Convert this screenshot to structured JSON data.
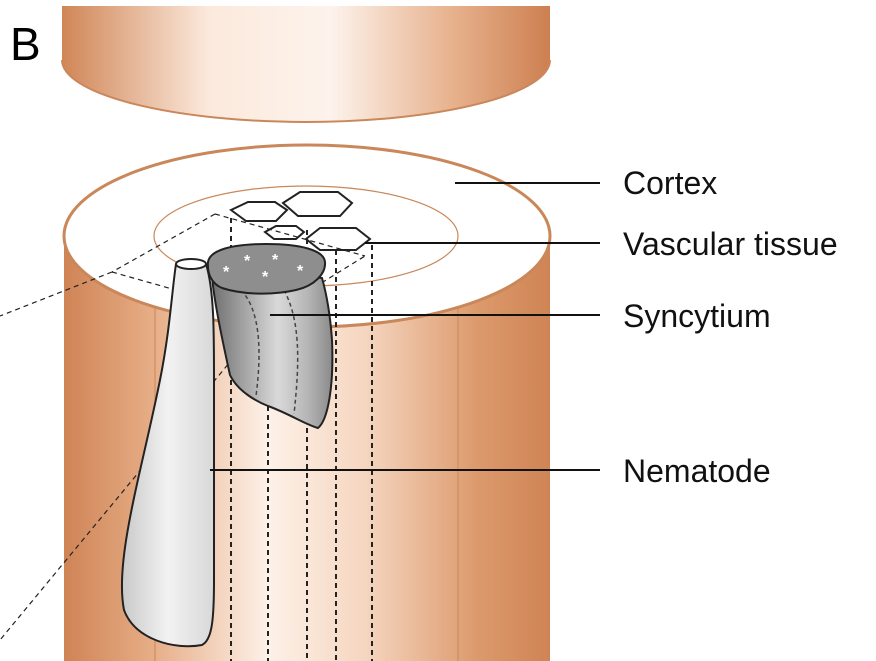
{
  "figure": {
    "panel_letter": "B",
    "labels": {
      "cortex": "Cortex",
      "vascular_tissue": "Vascular tissue",
      "syncytium": "Syncytium",
      "nematode": "Nematode"
    }
  },
  "colors": {
    "root_dark": "#cf8455",
    "root_light": "#fbece1",
    "root_outline": "#c9875a",
    "syncytium_dark": "#6e6e6e",
    "syncytium_light": "#cfcfcf",
    "nematode_fill": "#e6e6e6",
    "line": "#111111"
  }
}
